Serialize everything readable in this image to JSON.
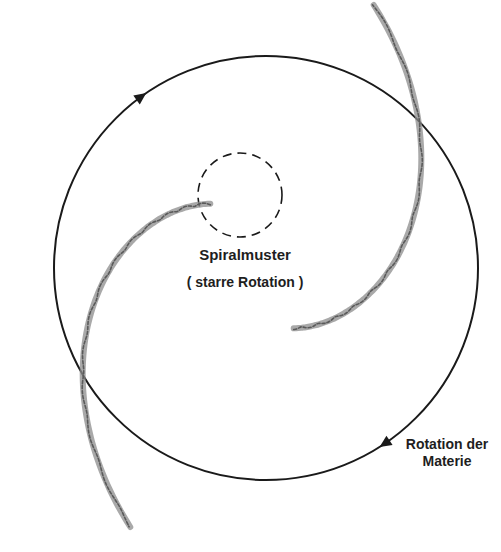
{
  "diagram": {
    "labels": [
      "Spiralmuster",
      "( starre Rotation )",
      "Rotation der Materie"
    ]
  }
}
